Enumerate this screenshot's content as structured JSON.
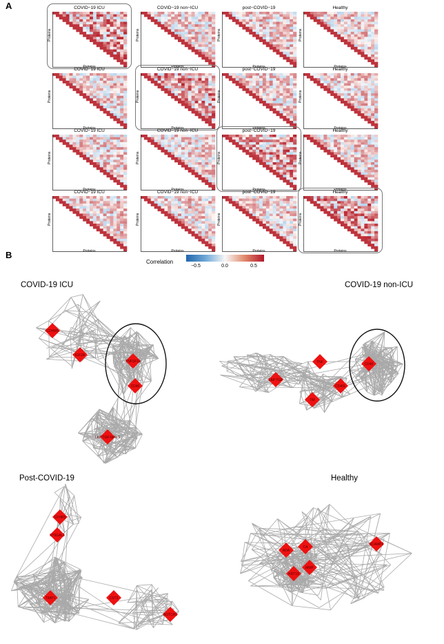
{
  "panel_a": {
    "letter": "A",
    "y_axis_label": "Proteins",
    "x_axis_label": "Proteins",
    "column_titles": [
      "COVID−19 ICU",
      "COVID−19 non−ICU",
      "post−COVID−19",
      "Healthy"
    ]
  },
  "panel_b": {
    "letter": "B",
    "legend": {
      "title": "Correlation",
      "ticks": [
        "−0.5",
        "0.0",
        "0.5"
      ],
      "colors": [
        "#2166ac",
        "#f7f7f7",
        "#b2182b"
      ]
    },
    "networks": [
      {
        "title": "COVID-19 ICU",
        "hubs": [
          "CDHR5",
          "IGF2R",
          "TNFSF10",
          "CD40",
          "LAP TGF-beta-1"
        ]
      },
      {
        "title": "COVID-19 non-ICU",
        "hubs": [
          "CD40",
          "TNF",
          "CD40L",
          "TM",
          "LAP TGF"
        ]
      },
      {
        "title": "Post-COVID-19",
        "hubs": [
          "CFHR5",
          "ST6GAL1",
          "TIMP1",
          "CST3",
          "NOTCH1"
        ]
      },
      {
        "title": "Healthy",
        "hubs": [
          "ADA",
          "CA",
          "MMP",
          "KRT19",
          "SCAMP3"
        ]
      }
    ],
    "edge_color": "#a9a9a9",
    "hub_color": "#ee1111"
  }
}
